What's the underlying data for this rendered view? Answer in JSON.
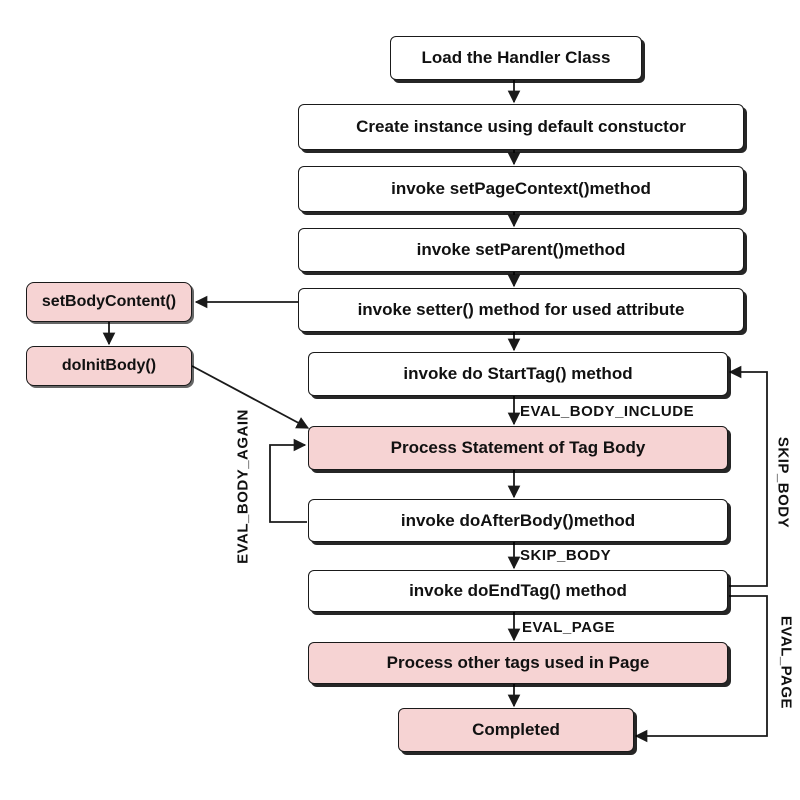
{
  "nodes": {
    "load": "Load the Handler Class",
    "create": "Create instance using default constuctor",
    "set_page_context": "invoke setPageContext()method",
    "set_parent": "invoke setParent()method",
    "setter": "invoke setter() method for used attribute",
    "start_tag": "invoke do StartTag() method",
    "process_body": "Process Statement of Tag Body",
    "after_body": "invoke doAfterBody()method",
    "end_tag": "invoke doEndTag() method",
    "process_other": "Process other tags used in Page",
    "completed": "Completed",
    "set_body_content": "setBodyContent()",
    "do_init_body": "doInitBody()"
  },
  "edge_labels": {
    "eval_body_include": "EVAL_BODY_INCLUDE",
    "skip_body_mid": "SKIP_BODY",
    "eval_page_mid": "EVAL_PAGE",
    "eval_body_again": "EVAL_BODY_AGAIN",
    "skip_body_side": "SKIP_BODY",
    "eval_page_side": "EVAL_PAGE"
  },
  "colors": {
    "highlight_fill": "#f6d3d3",
    "box_fill": "#ffffff",
    "stroke": "#1a1a1a"
  }
}
